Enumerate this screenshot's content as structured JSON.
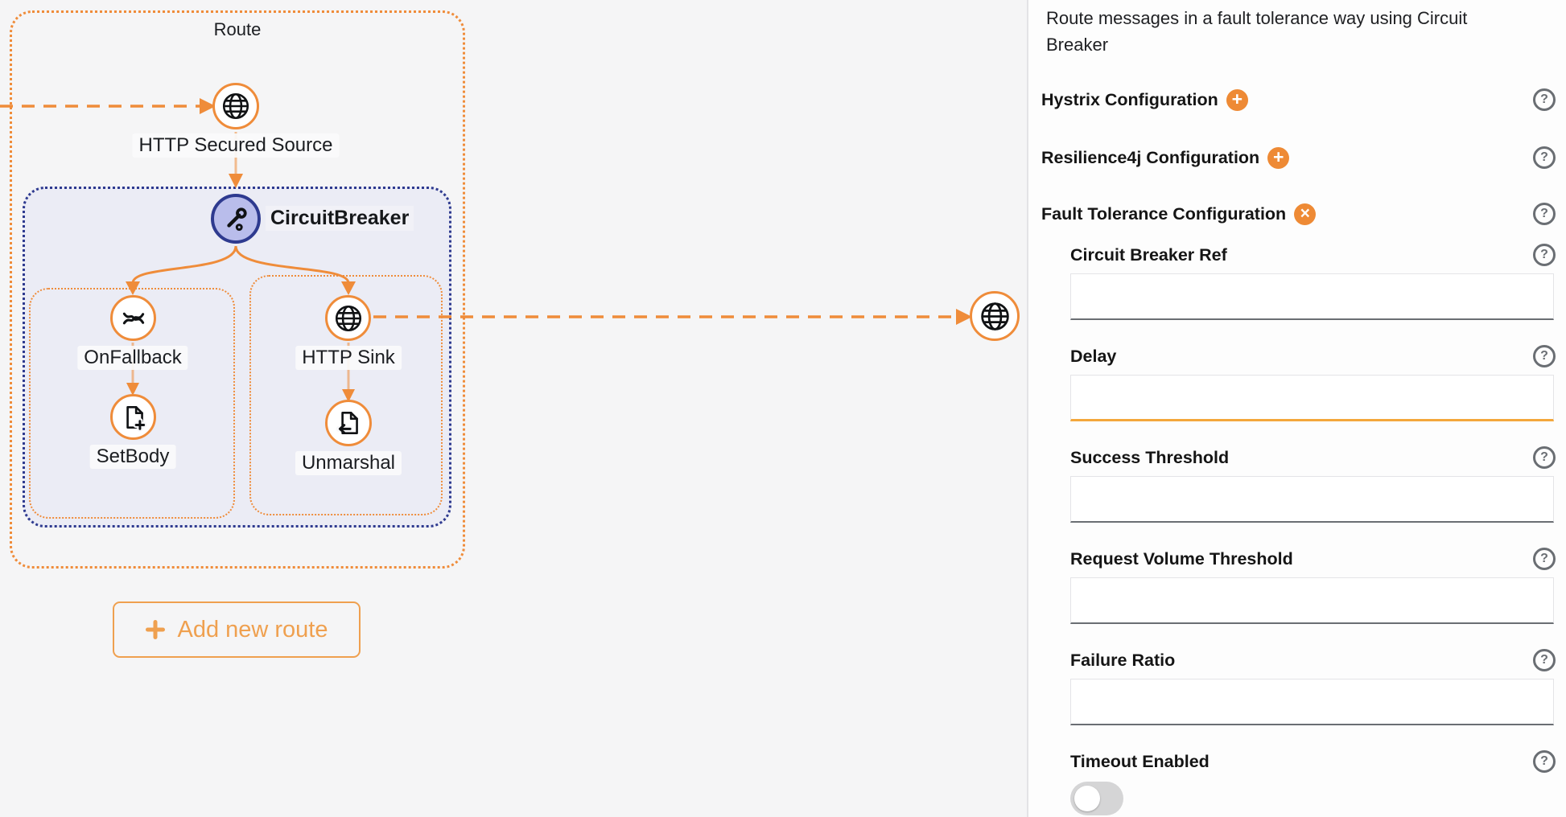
{
  "canvas": {
    "route": {
      "title": "Route"
    },
    "nodes": {
      "http_secured_source": {
        "label": "HTTP Secured Source",
        "icon": "globe-icon"
      },
      "circuit_breaker": {
        "label": "CircuitBreaker",
        "icon": "circuit-breaker-icon"
      },
      "on_fallback": {
        "label": "OnFallback",
        "icon": "crossed-paths-icon"
      },
      "set_body": {
        "label": "SetBody",
        "icon": "document-add-icon"
      },
      "http_sink": {
        "label": "HTTP Sink",
        "icon": "globe-icon"
      },
      "unmarshal": {
        "label": "Unmarshal",
        "icon": "document-import-icon"
      },
      "outgoing_endpoint": {
        "icon": "globe-icon"
      }
    },
    "add_route_button": {
      "label": "Add new route",
      "icon": "plus-icon"
    }
  },
  "panel": {
    "description": "Route messages in a fault tolerance way using Circuit Breaker",
    "sections": [
      {
        "label": "Hystrix Configuration",
        "action": "add",
        "action_glyph": "+"
      },
      {
        "label": "Resilience4j Configuration",
        "action": "add",
        "action_glyph": "+"
      },
      {
        "label": "Fault Tolerance Configuration",
        "action": "remove",
        "action_glyph": "×"
      }
    ],
    "help_glyph": "?",
    "fields": [
      {
        "label": "Circuit Breaker Ref",
        "value": "",
        "state": "default"
      },
      {
        "label": "Delay",
        "value": "",
        "state": "focused"
      },
      {
        "label": "Success Threshold",
        "value": "",
        "state": "default"
      },
      {
        "label": "Request Volume Threshold",
        "value": "",
        "state": "default"
      },
      {
        "label": "Failure Ratio",
        "value": "",
        "state": "default"
      },
      {
        "label": "Timeout Enabled",
        "type": "toggle",
        "enabled": false
      }
    ]
  },
  "colors": {
    "accent_orange": "#ef8c3a",
    "button_orange": "#efa04f",
    "icon_orange": "#ee8a35",
    "focus_underline": "#f4a73c",
    "navy": "#2e3a8f",
    "lavender_fill": "#ebecf5",
    "node_periwinkle": "#b9bdeb",
    "help_gray": "#6a6e73",
    "canvas_bg": "#f5f5f6"
  }
}
